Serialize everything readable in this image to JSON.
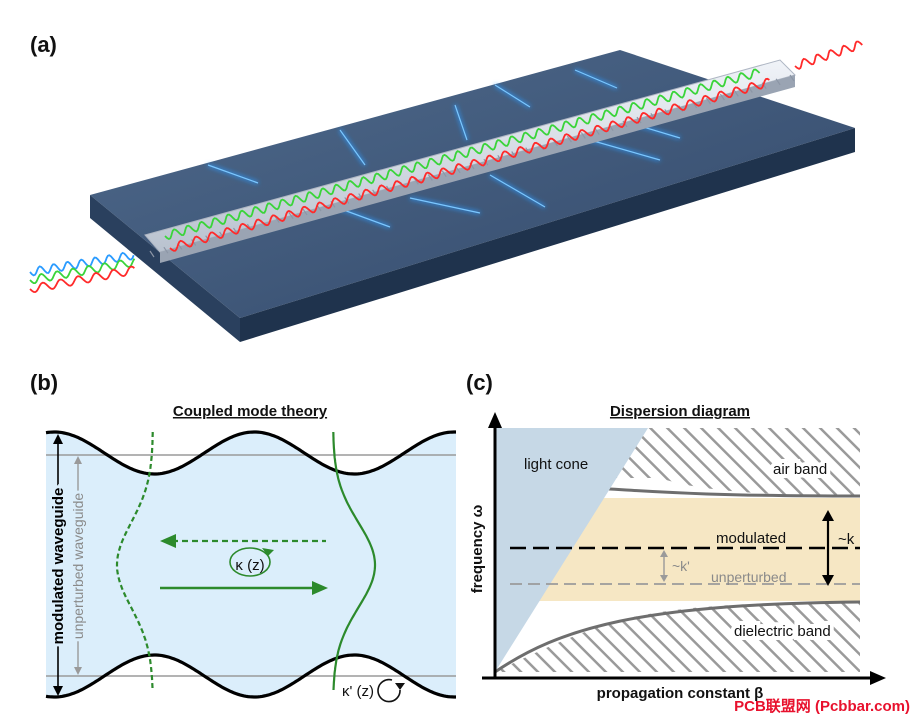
{
  "panels": {
    "a": {
      "label": "(a)"
    },
    "b": {
      "label": "(b)",
      "title": "Coupled mode theory",
      "axis_outer": "modulated waveguide",
      "axis_inner": "unperturbed waveguide",
      "coupling": "κ (z)",
      "coupling_prime": "κ' (z)"
    },
    "c": {
      "label": "(c)",
      "title": "Dispersion diagram",
      "light_cone": "light cone",
      "air_band": "air band",
      "modulated": "modulated",
      "unperturbed": "unperturbed",
      "dielectric_band": "dielectric band",
      "k_label": "~k",
      "k_prime_label": "~k'",
      "y_axis": "frequency ω",
      "x_axis": "propagation constant β"
    }
  },
  "watermark": "PCB联盟网 (Pcbbar.com)",
  "colors": {
    "slab_top": "#3d5676",
    "slab_side": "#1f334d",
    "waveguide": "#d8dde6",
    "wave_red": "#ff2a2a",
    "wave_green": "#3ad43a",
    "wave_blue": "#2a9bff",
    "mode_green": "#2c8a2c",
    "guide_fill": "#dbeefb",
    "light_cone": "#c6d8e6",
    "gap_band": "#f6e7c4",
    "hatch": "#9a9a9a",
    "watermark": "#e8112d"
  }
}
